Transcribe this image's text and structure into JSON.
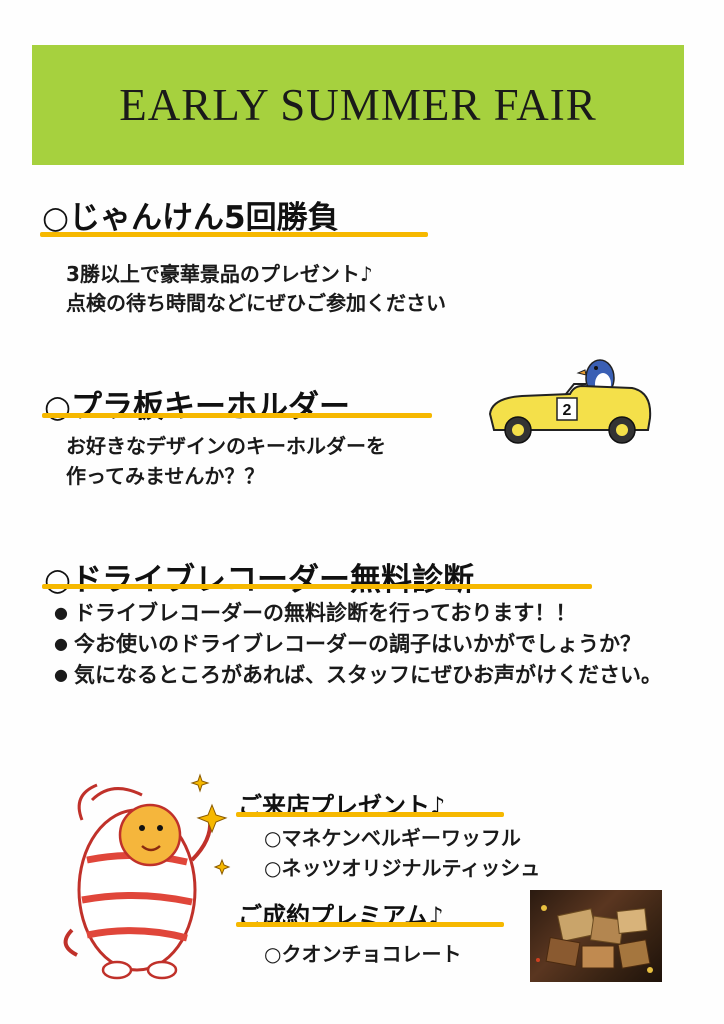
{
  "banner": {
    "title": "EARLY SUMMER FAIR"
  },
  "section1": {
    "heading": "○じゃんけん5回勝負",
    "lines": [
      "3勝以上で豪華景品のプレゼント♪",
      "点検の待ち時間などにぜひご参加ください"
    ]
  },
  "section2": {
    "heading": "○プラ板キーホルダー",
    "lines": [
      "お好きなデザインのキーホルダーを",
      "作ってみませんか？？"
    ],
    "car_number": "2"
  },
  "section3": {
    "heading": "○ドライブレコーダー無料診断",
    "bullet": "●",
    "bullets": [
      "ドライブレコーダーの無料診断を行っております！！",
      "今お使いのドライブレコーダーの調子はいかがでしょうか？",
      "気になるところがあれば、スタッフにぜひお声がけください。"
    ]
  },
  "gifts": {
    "visit_heading": "ご来店プレゼント♪",
    "visit_items": [
      "○マネケンベルギーワッフル",
      "○ネッツオリジナルティッシュ"
    ],
    "contract_heading": "ご成約プレミアム♪",
    "contract_items": [
      "○クオンチョコレート"
    ]
  },
  "colors": {
    "banner": "#a6d13e",
    "underline": "#f6b800",
    "car": "#f4e04a"
  }
}
